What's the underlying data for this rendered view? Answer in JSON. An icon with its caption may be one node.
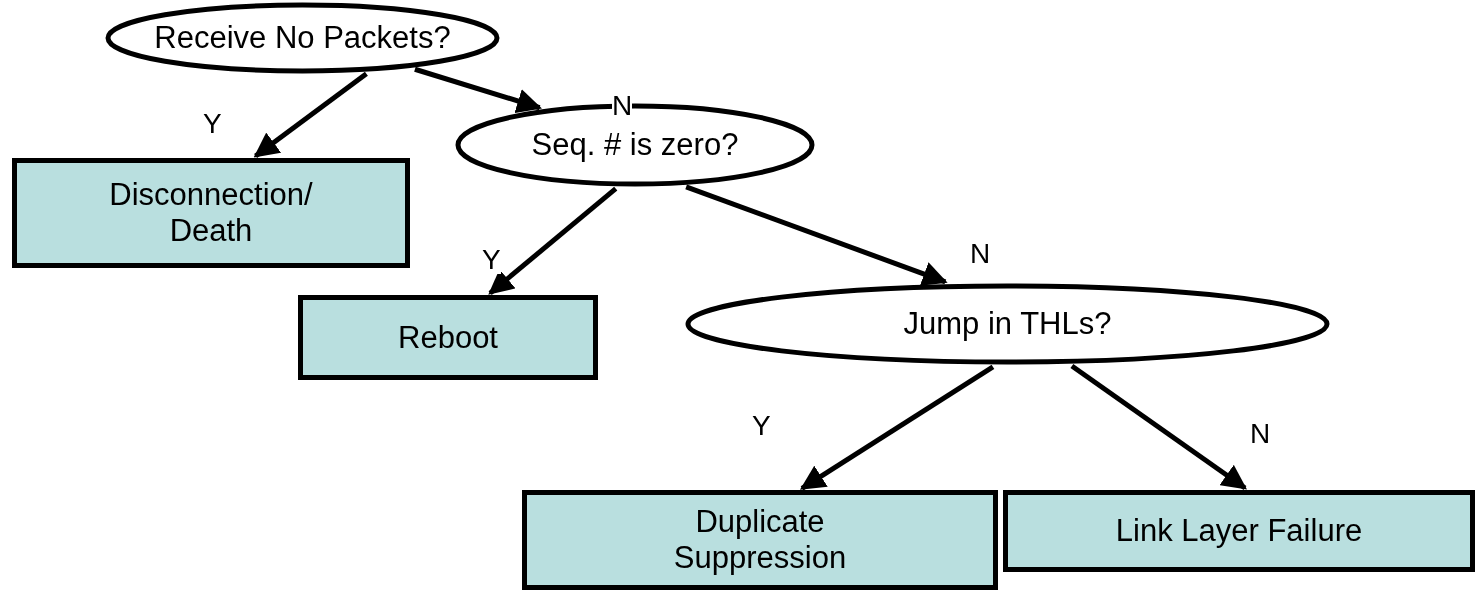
{
  "diagram": {
    "nodes": [
      {
        "text": [
          "Receive No Packets?"
        ]
      },
      {
        "text": [
          "Disconnection/ Death"
        ]
      },
      {
        "text": [
          "Seq. # is zero?"
        ]
      },
      {
        "text": [
          "Reboot"
        ]
      },
      {
        "text": [
          "Jump in THLs?"
        ]
      },
      {
        "text": [
          "Duplicate Suppression"
        ]
      },
      {
        "text": [
          "Link Layer Failure"
        ]
      }
    ],
    "edges": [
      {
        "from": 0,
        "to": 1,
        "arrow": "to",
        "label": "Y"
      },
      {
        "from": 0,
        "to": 2,
        "arrow": "to",
        "label": "N"
      },
      {
        "from": 2,
        "to": 3,
        "arrow": "to",
        "label": "Y"
      },
      {
        "from": 2,
        "to": 4,
        "arrow": "to",
        "label": "N"
      },
      {
        "from": 4,
        "to": 5,
        "arrow": "to",
        "label": "Y"
      },
      {
        "from": 4,
        "to": 6,
        "arrow": "to",
        "label": "N"
      }
    ]
  }
}
